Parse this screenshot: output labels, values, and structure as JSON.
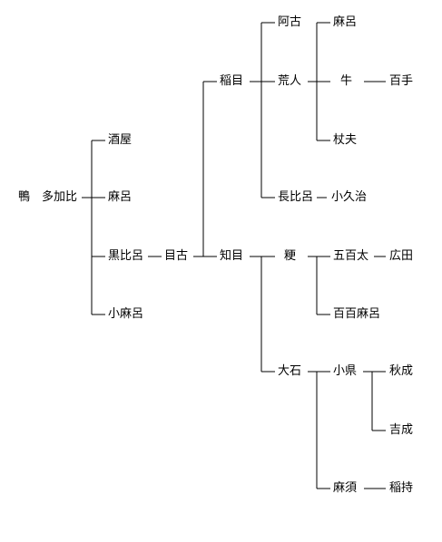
{
  "diagram": {
    "title": "",
    "nodes": {
      "kamo": "鴨",
      "takahi": "多加比",
      "sakaya": "酒屋",
      "maro_1": "麻呂",
      "kurohiro": "黒比呂",
      "komaro": "小麻呂",
      "meko": "目古",
      "inaki": "稲目",
      "chime": "知目",
      "ako": "阿古",
      "arahito": "荒人",
      "nagahiro": "長比呂",
      "maro_2": "麻呂",
      "ushi": "牛",
      "momote": "百手",
      "jofu": "杖夫",
      "kokuji": "小久治",
      "uruchi": "粳",
      "ishi": "大石",
      "iohota": "五百太",
      "hirota": "広田",
      "momomaro": "百百麻呂",
      "koagata": "小県",
      "akinari": "秋成",
      "yoshinari": "吉成",
      "masu": "麻須",
      "inamochi": "稲持"
    },
    "edges": [
      [
        "takahi",
        "sakaya"
      ],
      [
        "takahi",
        "maro_1"
      ],
      [
        "takahi",
        "kurohiro"
      ],
      [
        "takahi",
        "komaro"
      ],
      [
        "kurohiro",
        "meko"
      ],
      [
        "meko",
        "inaki"
      ],
      [
        "meko",
        "chime"
      ],
      [
        "inaki",
        "ako"
      ],
      [
        "inaki",
        "arahito"
      ],
      [
        "inaki",
        "nagahiro"
      ],
      [
        "arahito",
        "maro_2"
      ],
      [
        "arahito",
        "ushi"
      ],
      [
        "arahito",
        "jofu"
      ],
      [
        "ushi",
        "momote"
      ],
      [
        "nagahiro",
        "kokuji"
      ],
      [
        "chime",
        "uruchi"
      ],
      [
        "chime",
        "ishi"
      ],
      [
        "uruchi",
        "iohota"
      ],
      [
        "uruchi",
        "momomaro"
      ],
      [
        "iohota",
        "hirota"
      ],
      [
        "ishi",
        "koagata"
      ],
      [
        "ishi",
        "masu"
      ],
      [
        "koagata",
        "akinari"
      ],
      [
        "koagata",
        "yoshinari"
      ],
      [
        "masu",
        "inamochi"
      ]
    ]
  }
}
